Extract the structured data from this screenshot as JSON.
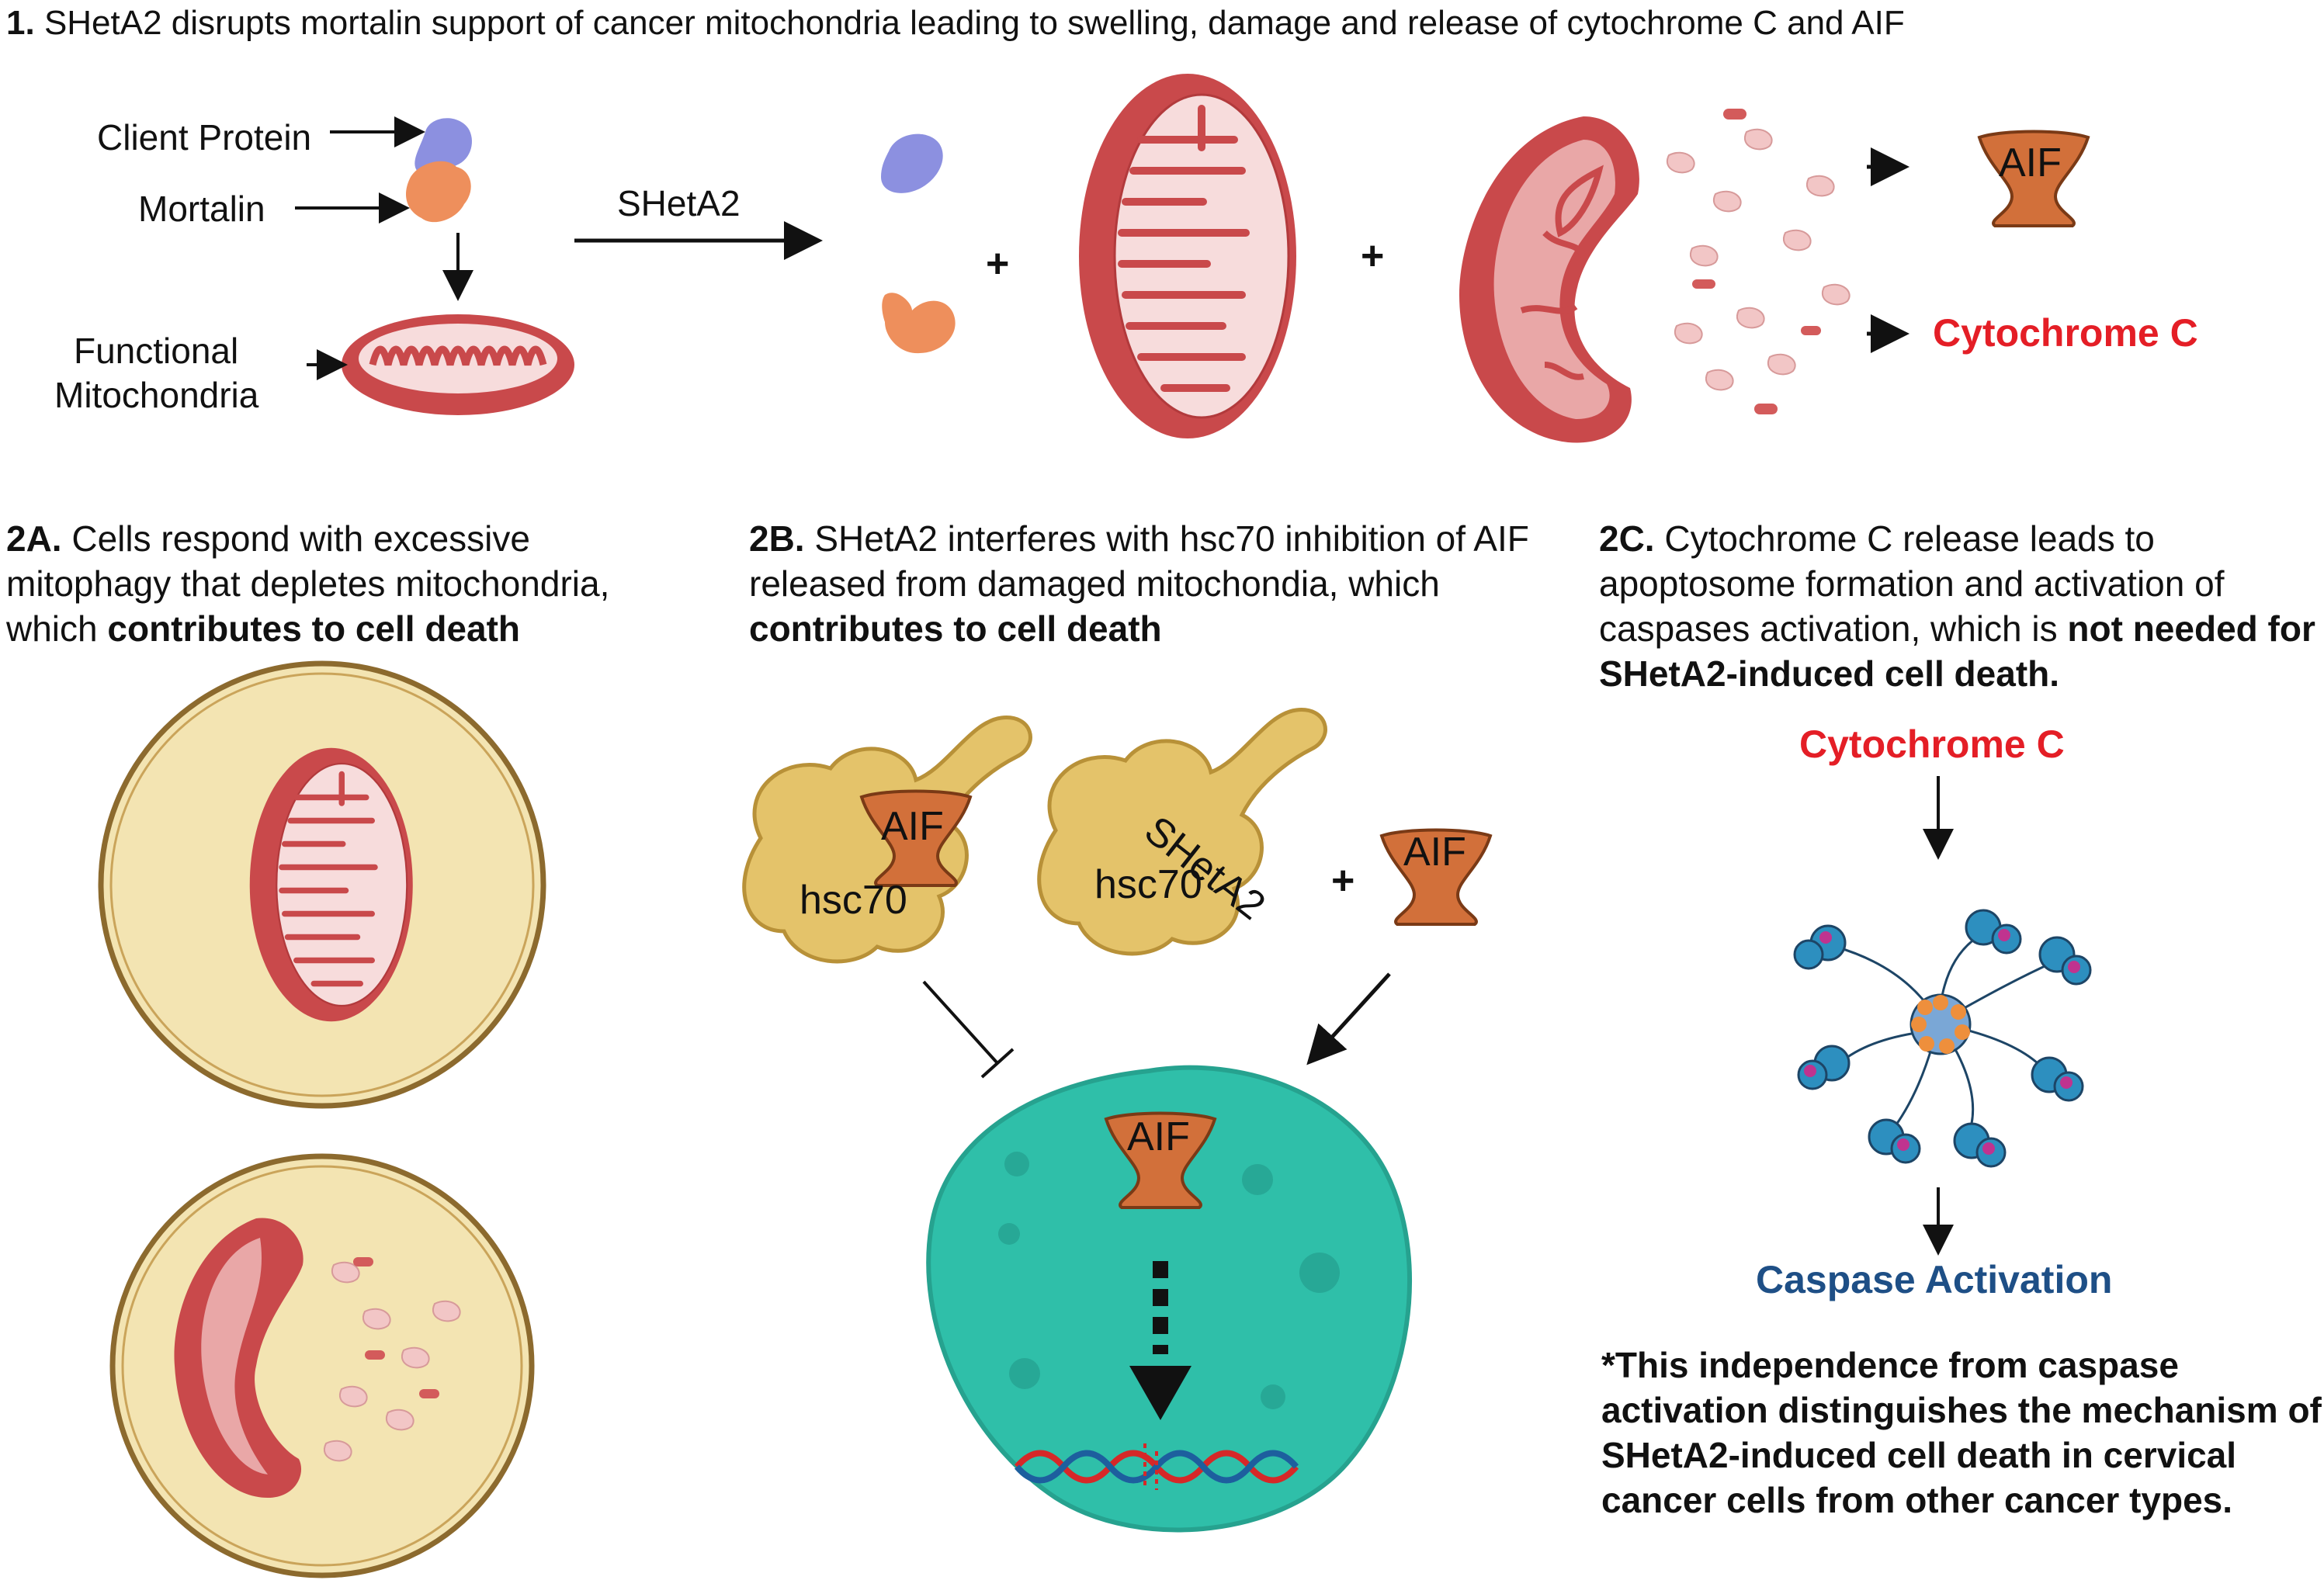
{
  "section1": {
    "number": "1.",
    "title": "SHetA2 disrupts mortalin support of cancer mitochondria leading to swelling, damage and release of cytochrome C and AIF",
    "labels": {
      "client_protein": "Client Protein",
      "mortalin": "Mortalin",
      "functional_line1": "Functional",
      "functional_line2": "Mitochondria",
      "arrow_label": "SHetA2",
      "aif": "AIF",
      "cytochrome": "Cytochrome  C",
      "plus": "+"
    }
  },
  "section2a": {
    "number": "2A.",
    "text": "Cells respond with excessive mitophagy that depletes mitochondria, which",
    "bold": "contributes to cell death"
  },
  "section2b": {
    "number": "2B.",
    "text": "SHetA2 interferes with hsc70 inhibition of AIF released from damaged mitochondia, which",
    "bold": "contributes to cell death",
    "labels": {
      "hsc70": "hsc70",
      "aif": "AIF",
      "sheta2": "SHetA2",
      "plus": "+"
    }
  },
  "section2c": {
    "number": "2C.",
    "text": "Cytochrome C release leads to apoptosome formation and activation of caspases activation, which is",
    "bold": "not needed for SHetA2-induced cell death.",
    "cytochrome": "Cytochrome  C",
    "caspase": "Caspase Activation",
    "note": "*This independence from caspase activation distinguishes the mechanism of SHetA2-induced cell death in cervical cancer cells from other cancer types."
  },
  "colors": {
    "mito_outer": "#c9494b",
    "mito_inner": "#f7dcdc",
    "aif": "#d2703a",
    "hsc70": "#e4c36a",
    "cell": "#f3e4b2",
    "nucleus": "#2fbfa9",
    "red": "#e41e26",
    "blue": "#1e4f86",
    "client": "#8c90e0",
    "mortalin": "#ee8f5c"
  }
}
